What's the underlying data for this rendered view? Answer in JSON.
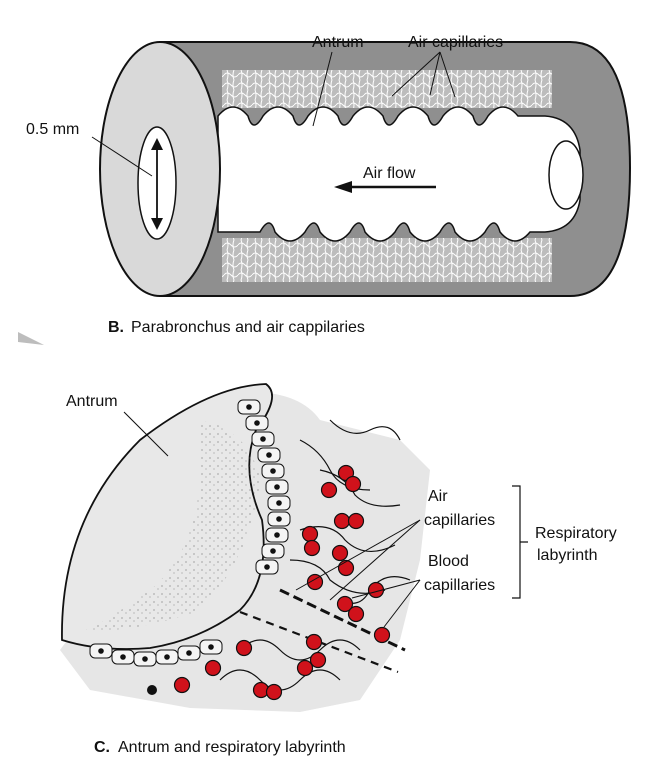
{
  "panel_b": {
    "labels": {
      "antrum": "Antrum",
      "air_capillaries": "Air capillaries",
      "diameter": "0.5 mm",
      "air_flow": "Air flow"
    },
    "caption_letter": "B.",
    "caption_text": "Parabronchus and air cappilaries"
  },
  "panel_c": {
    "labels": {
      "antrum": "Antrum",
      "air_capillaries_1": "Air",
      "air_capillaries_2": "capillaries",
      "blood_capillaries_1": "Blood",
      "blood_capillaries_2": "capillaries",
      "respiratory_1": "Respiratory",
      "respiratory_2": "labyrinth"
    },
    "caption_letter": "C.",
    "caption_text": "Antrum and respiratory labyrinth"
  },
  "colors": {
    "tube_gray": "#8f8f8f",
    "wall_light": "#d9d9d9",
    "blood_red": "#d0121b"
  }
}
